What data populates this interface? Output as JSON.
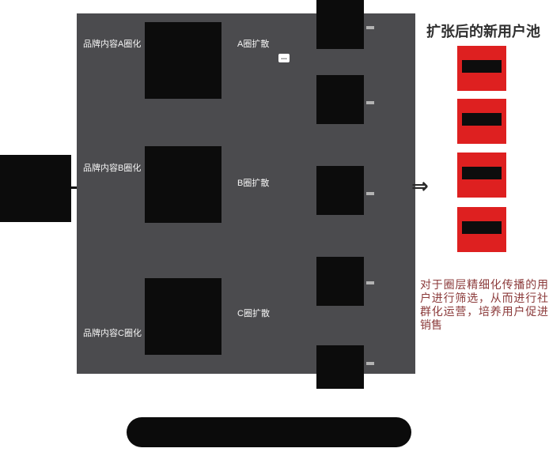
{
  "diagram": {
    "panel": {
      "rows": [
        {
          "content_label": "品牌内容A圈化",
          "diffusion_label": "A圈扩散"
        },
        {
          "content_label": "品牌内容B圈化",
          "diffusion_label": "B圈扩散"
        },
        {
          "content_label": "品牌内容C圈化",
          "diffusion_label": "C圈扩散"
        }
      ],
      "ellipsis": "..."
    },
    "arrow_icon": "⇒",
    "new_user_pool": {
      "title": "扩张后的新用户池",
      "note": "对于圈层精细化传播的用户进行筛选，从而进行社群化运营，培养用户促进销售"
    },
    "colors": {
      "panel_bg": "#4b4b4e",
      "black_box": "#0c0c0c",
      "red_box": "#de2020",
      "label_text": "#f5f5f5",
      "title_text": "#2f2f2f",
      "note_text": "#8b3a3a"
    }
  }
}
